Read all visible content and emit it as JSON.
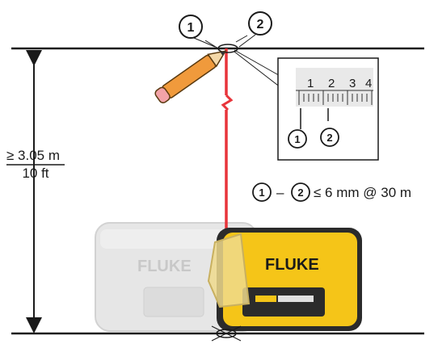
{
  "callouts": {
    "point1": "1",
    "point2": "2"
  },
  "ruler": {
    "ticks": [
      "1",
      "2",
      "3",
      "4"
    ]
  },
  "distance": {
    "min_metric": "≥ 3.05 m",
    "min_imperial": "10 ft"
  },
  "tolerance": {
    "separator": "–",
    "spec": "≤ 6 mm @ 30 m"
  },
  "device": {
    "brand": "FLUKE"
  },
  "colors": {
    "laser": "#e8343a",
    "device_body": "#f5c518",
    "device_dark": "#2b2b2b",
    "ghost_device": "#e6e6e6",
    "lines": "#1a1a1a"
  }
}
